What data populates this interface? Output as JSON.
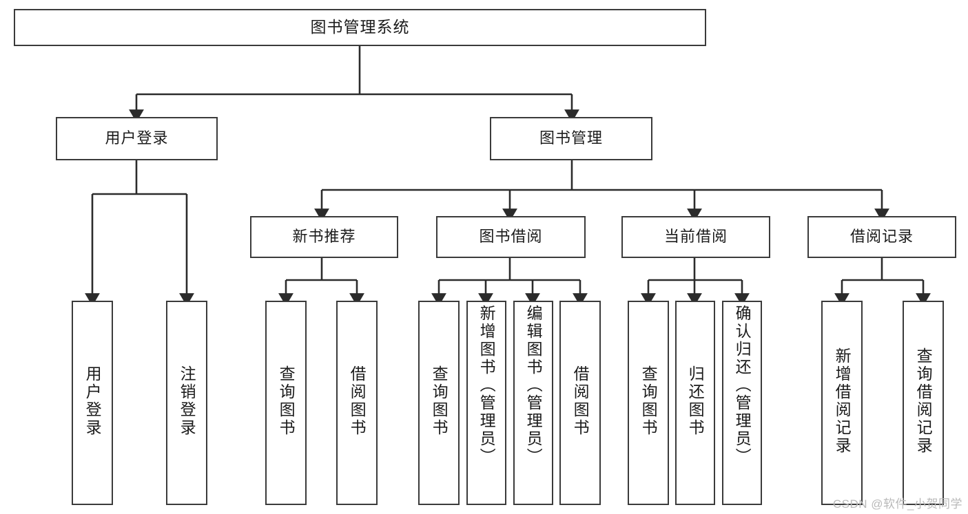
{
  "diagram": {
    "title": "图书管理系统",
    "type": "tree-hierarchy-chart",
    "watermark": "CSDN @软件_小贺同学",
    "colors": {
      "box_border": "#3a3a3a",
      "box_fill": "#ffffff",
      "connector": "#2b2b2b",
      "text": "#1b1b1b",
      "watermark": "#b9b9b9"
    },
    "root": {
      "label": "图书管理系统"
    },
    "level2": [
      {
        "label": "用户登录"
      },
      {
        "label": "图书管理"
      }
    ],
    "level3": [
      {
        "label": "新书推荐"
      },
      {
        "label": "图书借阅"
      },
      {
        "label": "当前借阅"
      },
      {
        "label": "借阅记录"
      }
    ],
    "leaves": {
      "user_login": [
        {
          "label": "用户登录"
        },
        {
          "label": "注销登录"
        }
      ],
      "new_book_recommend": [
        {
          "label": "查询图书"
        },
        {
          "label": "借阅图书"
        }
      ],
      "book_borrow": [
        {
          "label": "查询图书"
        },
        {
          "label": "新增图书（管理员）"
        },
        {
          "label": "编辑图书（管理员）"
        },
        {
          "label": "借阅图书"
        }
      ],
      "current_borrow": [
        {
          "label": "查询图书"
        },
        {
          "label": "归还图书"
        },
        {
          "label": "确认归还（管理员）"
        }
      ],
      "borrow_record": [
        {
          "label": "新增借阅记录"
        },
        {
          "label": "查询借阅记录"
        }
      ]
    }
  }
}
